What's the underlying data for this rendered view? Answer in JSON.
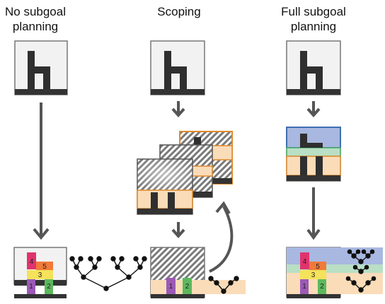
{
  "columns": [
    {
      "title": "No subgoal\nplanning"
    },
    {
      "title": "Scoping"
    },
    {
      "title": "Full subgoal\nplanning"
    }
  ],
  "blocks": [
    {
      "id": "1",
      "label": "1",
      "color": "#9b59b6"
    },
    {
      "id": "2",
      "label": "2",
      "color": "#5cb85c"
    },
    {
      "id": "3",
      "label": "3",
      "color": "#f5e15a"
    },
    {
      "id": "4",
      "label": "4",
      "color": "#e0336e"
    },
    {
      "id": "5",
      "label": "5",
      "color": "#f07a3a"
    }
  ],
  "colors": {
    "frame": "#777777",
    "ground": "#333333",
    "silhouette": "#2f2f2f",
    "arrow": "#555555",
    "subgoal_bottom": "#fadcb8",
    "subgoal_middle": "#b9dfc4",
    "subgoal_top": "#a8b8e0",
    "scope_border": "#e08a2c",
    "top_border": "#3f6fb0",
    "mid_border": "#4ca86a"
  }
}
